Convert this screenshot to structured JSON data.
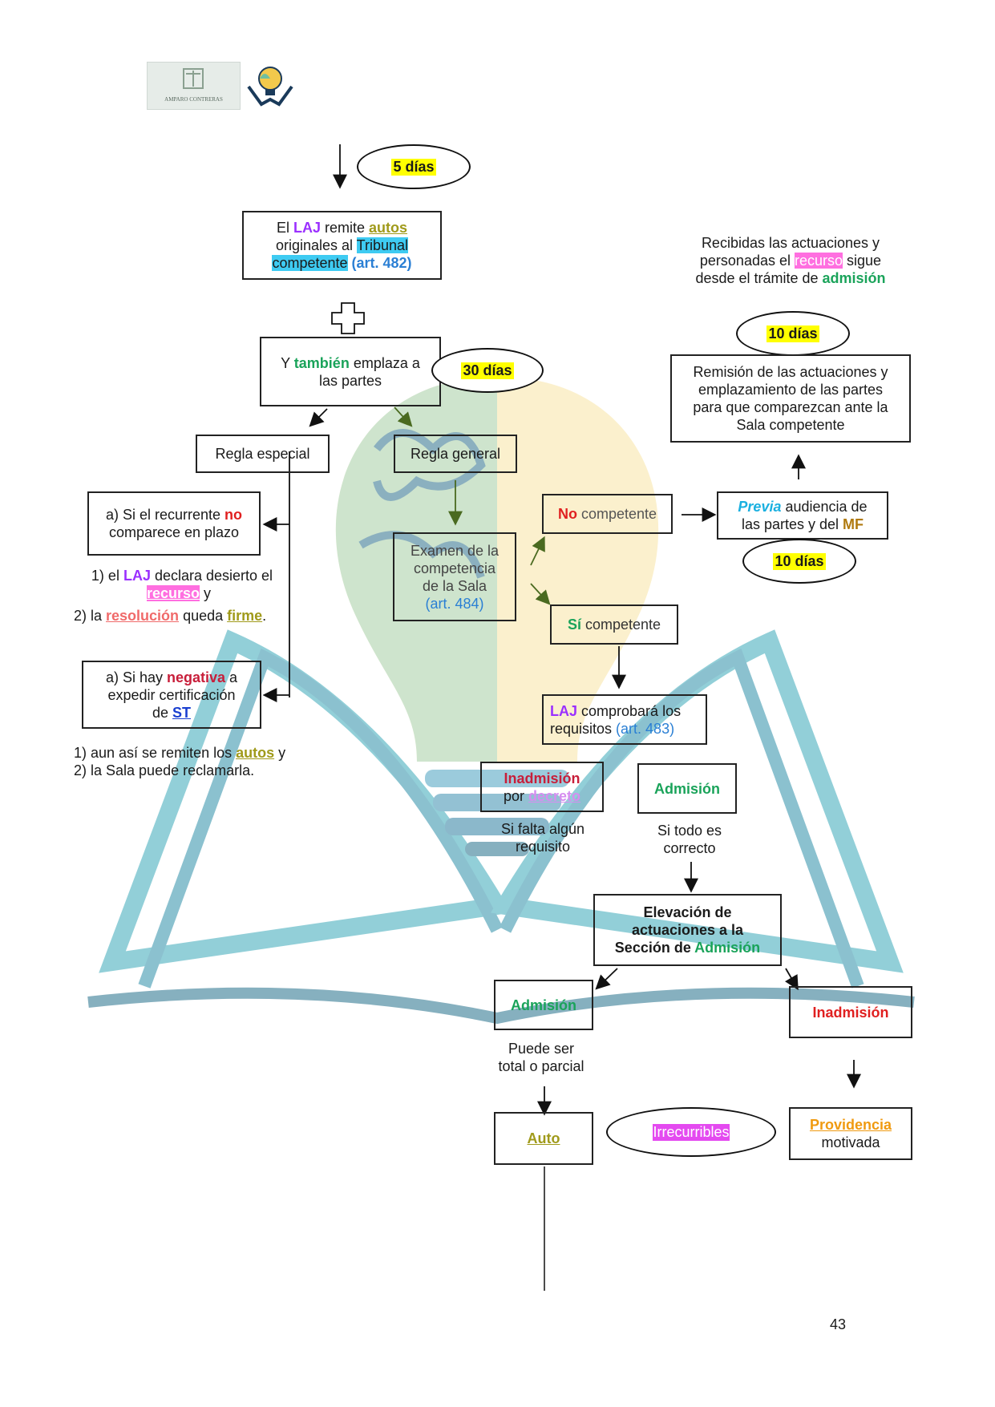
{
  "header": {
    "logo_text": "AMPARO CONTRERAS"
  },
  "ellipses": {
    "dias5": "5 días",
    "dias30": "30 días",
    "dias10_top": "10 días",
    "dias10_mid": "10 días",
    "irrecurribles": "Irrecurribles"
  },
  "box_remite": {
    "t1": "El ",
    "laj": "LAJ",
    "t2": " remite ",
    "autos": "autos",
    "t3": "originales al ",
    "tribunal": "Tribunal",
    "competente": "competente",
    "art": " (art. 482)"
  },
  "box_emplaza": {
    "t1": "Y ",
    "tambien": "también",
    "t2": " emplaza a",
    "t3": "las partes"
  },
  "box_especial": "Regla especial",
  "box_general": "Regla general",
  "box_no_comparece": {
    "t1": "a) Si el recurrente ",
    "no": "no",
    "t2": "comparece en plazo"
  },
  "text_desierto": {
    "l1a": "1) el ",
    "laj": "LAJ",
    "l1b": " declara desierto el",
    "recurso": "recurso",
    "y": " y",
    "l3a": "2) la ",
    "resolucion": "resolución",
    "l3b": " queda ",
    "firme": "firme",
    "dot": "."
  },
  "box_negativa": {
    "t1": "a) Si hay ",
    "negativa": "negativa",
    "t2": " a",
    "t3": "expedir certificación",
    "t4": "de ",
    "st": "ST"
  },
  "text_reclamarla": {
    "l1a": "1) aun así se remiten los ",
    "autos": "autos",
    "l1b": " y",
    "l2": "2) la Sala puede reclamarla."
  },
  "box_examen": {
    "t1": "Examen de la",
    "t2": "competencia",
    "t3": "de la Sala",
    "art": "(art. 484)"
  },
  "box_no_competente": {
    "no": "No",
    "t": " competente"
  },
  "box_si_competente": {
    "si": "Sí",
    "t": " competente"
  },
  "box_previa": {
    "previa": "Previa",
    "t1": " audiencia de",
    "t2": "las partes y del ",
    "mf": "MF"
  },
  "box_remision": {
    "t1": "Remisión de las actuaciones y",
    "t2": "emplazamiento de las partes",
    "t3": "para que comparezcan ante la",
    "t4": "Sala competente"
  },
  "text_recibidas": {
    "l1": "Recibidas las actuaciones y",
    "l2a": "personadas el ",
    "recurso": "recurso",
    "l2b": " sigue",
    "l3a": "desde el trámite de ",
    "admision": "admisión"
  },
  "box_laj_comprobara": {
    "laj": "LAJ",
    "t1": " comprobará los",
    "t2": "requisitos ",
    "art": "(art. 483)"
  },
  "box_inadmision_decreto": {
    "inadmision": "Inadmisión",
    "por": "por ",
    "decreto": "decreto"
  },
  "text_falta": {
    "l1": "Si falta algún",
    "l2": "requisito"
  },
  "box_admision_1": "Admisión",
  "text_correcto": {
    "l1": "Si todo es",
    "l2": "correcto"
  },
  "box_elevacion": {
    "t1": "Elevación de",
    "t2": "actuaciones a la",
    "t3": "Sección de ",
    "admision": "Admisión"
  },
  "box_admision_2": "Admisión",
  "text_puede_ser": {
    "l1": "Puede ser",
    "l2": "total o parcial"
  },
  "box_inadmision_2": "Inadmisión",
  "box_auto": "Auto",
  "box_providencia": {
    "providencia": "Providencia",
    "motivada": "motivada"
  },
  "page_number": "43",
  "colors": {
    "purple": "#9b30ff",
    "green": "#1aa35a",
    "red": "#e02020",
    "yellow_highlight": "#ffff00",
    "pink_highlight": "#ff6fe0"
  }
}
